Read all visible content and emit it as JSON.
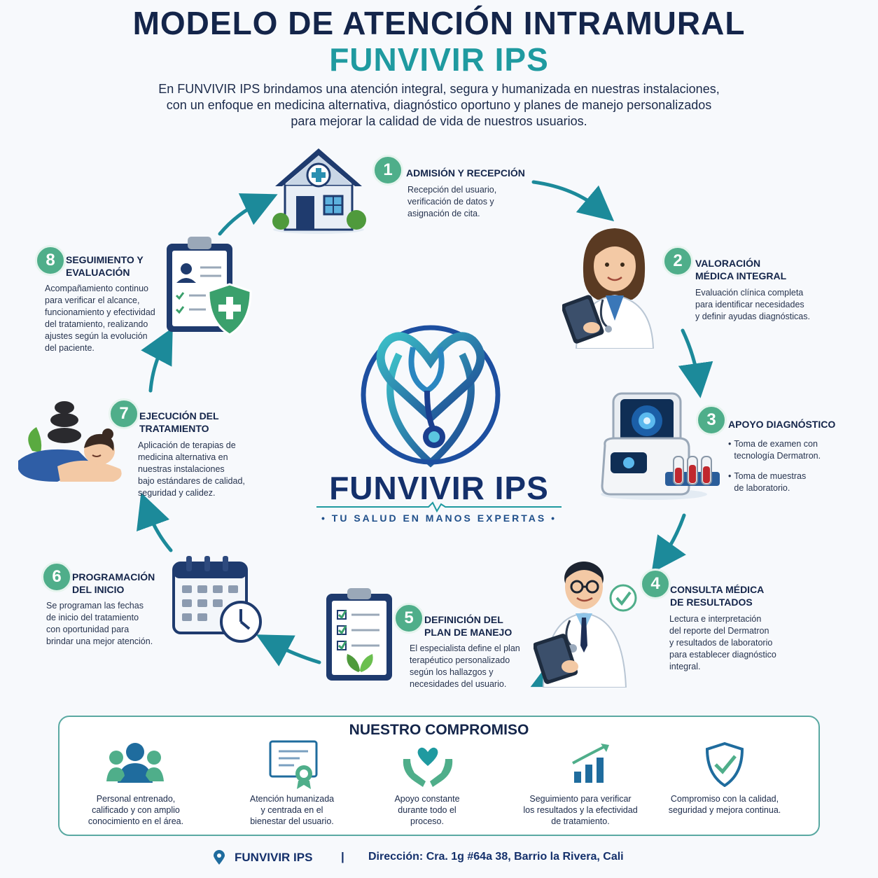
{
  "title_line1": "MODELO DE ATENCIÓN INTRAMURAL",
  "title_line2": "FUNVIVIR IPS",
  "intro": "En FUNVIVIR IPS brindamos una atención integral, segura y humanizada en nuestras instalaciones,\ncon un enfoque en medicina alternativa, diagnóstico oportuno y planes de manejo personalizados\npara mejorar la calidad de vida de nuestros usuarios.",
  "steps": [
    {
      "num": "1",
      "title": "ADMISIÓN Y RECEPCIÓN",
      "desc": "Recepción del usuario,\nverificación de datos y\nasignación de cita.",
      "icon": "house-icon"
    },
    {
      "num": "2",
      "title": "VALORACIÓN\nMÉDICA INTEGRAL",
      "desc": "Evaluación clínica completa\npara identificar necesidades\ny definir ayudas diagnósticas.",
      "icon": "female-doctor-icon"
    },
    {
      "num": "3",
      "title": "APOYO DIAGNÓSTICO",
      "bullets": [
        "Toma de examen con\ntecnología Dermatron.",
        "Toma de muestras\nde laboratorio."
      ],
      "icon": "diagnostic-device-icon"
    },
    {
      "num": "4",
      "title": "CONSULTA MÉDICA\nDE RESULTADOS",
      "desc": "Lectura e interpretación\ndel reporte del Dermatron\ny resultados de laboratorio\npara establecer diagnóstico\nintegral.",
      "icon": "male-doctor-icon"
    },
    {
      "num": "5",
      "title": "DEFINICIÓN DEL\nPLAN DE MANEJO",
      "desc": "El especialista define el plan\nterapéutico personalizado\nsegún los hallazgos y\nnecesidades del usuario.",
      "icon": "treatment-plan-clipboard-icon"
    },
    {
      "num": "6",
      "title": "PROGRAMACIÓN\nDEL INICIO",
      "desc": "Se programan las fechas\nde inicio del tratamiento\ncon oportunidad para\nbrindar una mejor atención.",
      "icon": "calendar-clock-icon"
    },
    {
      "num": "7",
      "title": "EJECUCIÓN DEL\nTRATAMIENTO",
      "desc": "Aplicación de terapias de\nmedicina alternativa en\nnuestras instalaciones\nbajo estándares de calidad,\nseguridad y calidez.",
      "icon": "spa-therapy-icon"
    },
    {
      "num": "8",
      "title": "SEGUIMIENTO Y\nEVALUACIÓN",
      "desc": "Acompañamiento continuo\npara verificar el alcance,\nfuncionamiento y efectividad\ndel tratamiento, realizando\najustes según la evolución\ndel paciente.",
      "icon": "followup-clipboard-shield-icon"
    }
  ],
  "logo": {
    "name": "FUNVIVIR IPS",
    "tagline": "• TU SALUD EN MANOS EXPERTAS •",
    "icon": "heart-stethoscope-icon"
  },
  "commitment": {
    "title": "NUESTRO COMPROMISO",
    "items": [
      {
        "text": "Personal entrenado,\ncalificado y con amplio\nconocimiento en el área.",
        "icon": "team-icon"
      },
      {
        "text": "Atención humanizada\ny centrada en el\nbienestar del usuario.",
        "icon": "certificate-icon"
      },
      {
        "text": "Apoyo constante\ndurante todo el\nproceso.",
        "icon": "hands-heart-icon"
      },
      {
        "text": "Seguimiento para verificar\nlos resultados y la efectividad\nde tratamiento.",
        "icon": "growth-chart-icon"
      },
      {
        "text": "Compromiso con la calidad,\nseguridad y mejora continua.",
        "icon": "shield-check-icon"
      }
    ]
  },
  "footer": {
    "brand": "FUNVIVIR IPS",
    "separator": "|",
    "address": "Dirección: Cra. 1g #64a 38, Barrio la Rivera, Cali",
    "icon": "location-pin-icon"
  },
  "colors": {
    "navy": "#14254a",
    "teal": "#1f9aa0",
    "green": "#4fae8a",
    "arrow": "#1c8a9a"
  }
}
